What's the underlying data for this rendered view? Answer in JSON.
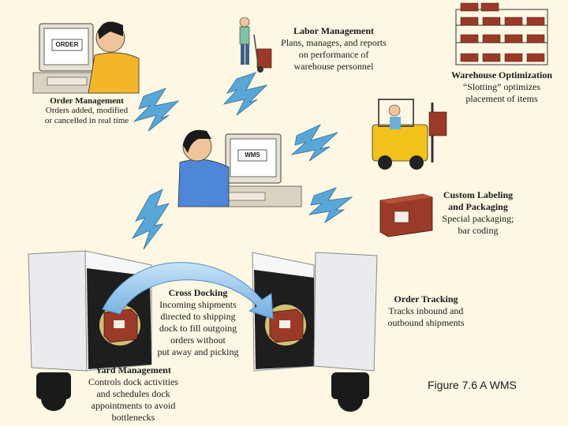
{
  "labor": {
    "title": "Labor Management",
    "line1": "Plans, manages, and reports",
    "line2": "on performance of",
    "line3": "warehouse personnel"
  },
  "order": {
    "title": "Order Management",
    "line1": "Orders added, modified",
    "line2": "or cancelled in real time",
    "screen_label": "ORDER"
  },
  "warehouse": {
    "title": "Warehouse Optimization",
    "line1": "“Slotting” optimizes",
    "line2": "placement of items"
  },
  "wms": {
    "screen_label": "WMS"
  },
  "labeling": {
    "title1": "Custom Labeling",
    "title2": "and Packaging",
    "line1": "Special packaging;",
    "line2": "bar coding"
  },
  "cross": {
    "title": "Cross Docking",
    "line1": "Incoming shipments",
    "line2": "directed to shipping",
    "line3": "dock to fill outgoing",
    "line4": "orders without",
    "line5": "put away and picking"
  },
  "tracking": {
    "title": "Order Tracking",
    "line1": "Tracks inbound and",
    "line2": "outbound shipments"
  },
  "yard": {
    "title": "Yard Management",
    "line1": "Controls dock activities",
    "line2": "and schedules dock",
    "line3": "appointments to avoid",
    "line4": "bottlenecks"
  },
  "figure_caption": "Figure 7.6  A WMS",
  "colors": {
    "background": "#fdf7e3",
    "lightning": "#5aa6d6",
    "arrow": "#8cc3ec",
    "truck": "#e9ebee",
    "box": "#9b3a28",
    "forklift": "#f2c21b",
    "shirt_blue": "#4e86d8",
    "shirt_yellow": "#f3b52a"
  }
}
